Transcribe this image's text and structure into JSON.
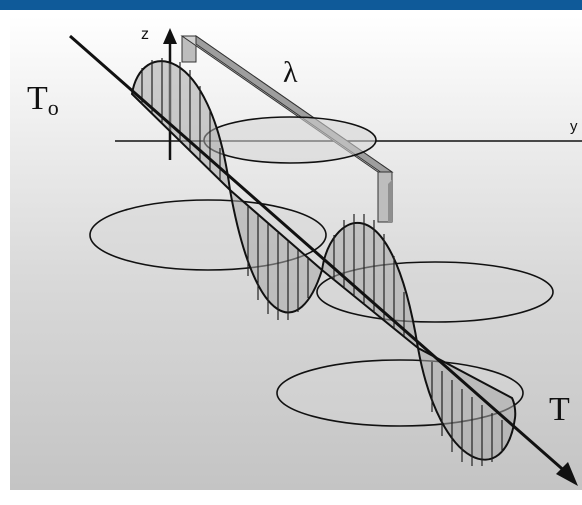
{
  "labels": {
    "z_axis": "z",
    "y_axis": "y",
    "wavelength": "λ",
    "start_point": "To",
    "end_point": "T"
  },
  "colors": {
    "header_bar": "#0f5a99",
    "wave_line": "#111111",
    "fill_shade": "#9a9a9a",
    "bracket_fill": "#c8c8c8"
  }
}
